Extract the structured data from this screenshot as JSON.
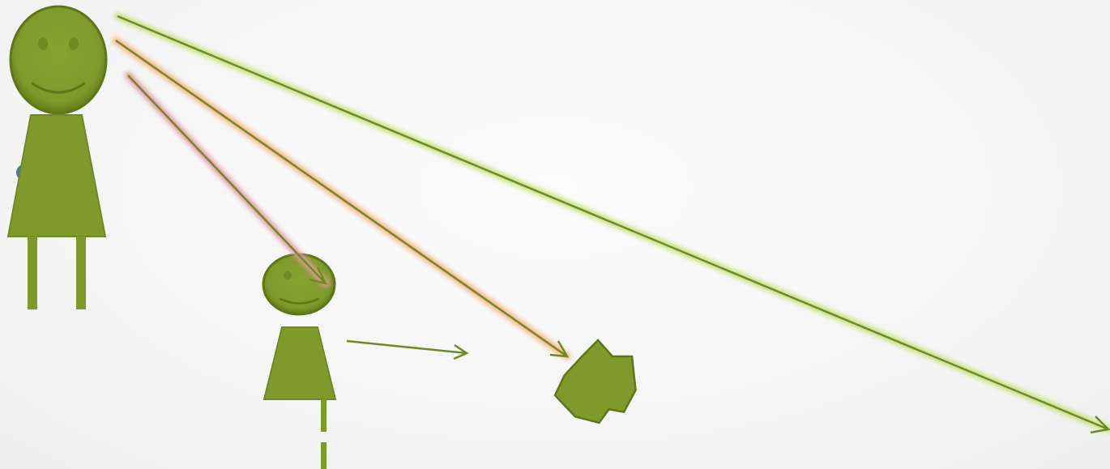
{
  "colors": {
    "figure_fill": "#7f9a2b",
    "figure_stroke": "#5f7618",
    "face_feature": "#5f7618",
    "arrow_line": "#6f8a24",
    "glow_green": "#c9e07a",
    "glow_orange": "#f7b37f",
    "glow_pink": "#e79aa6",
    "accent_blue": "#4f76a8",
    "background": "#f6f6f6"
  },
  "icons": {
    "large_figure": "stick-figure-adult",
    "small_figure": "stick-figure-child",
    "star": "seven-point-star"
  }
}
